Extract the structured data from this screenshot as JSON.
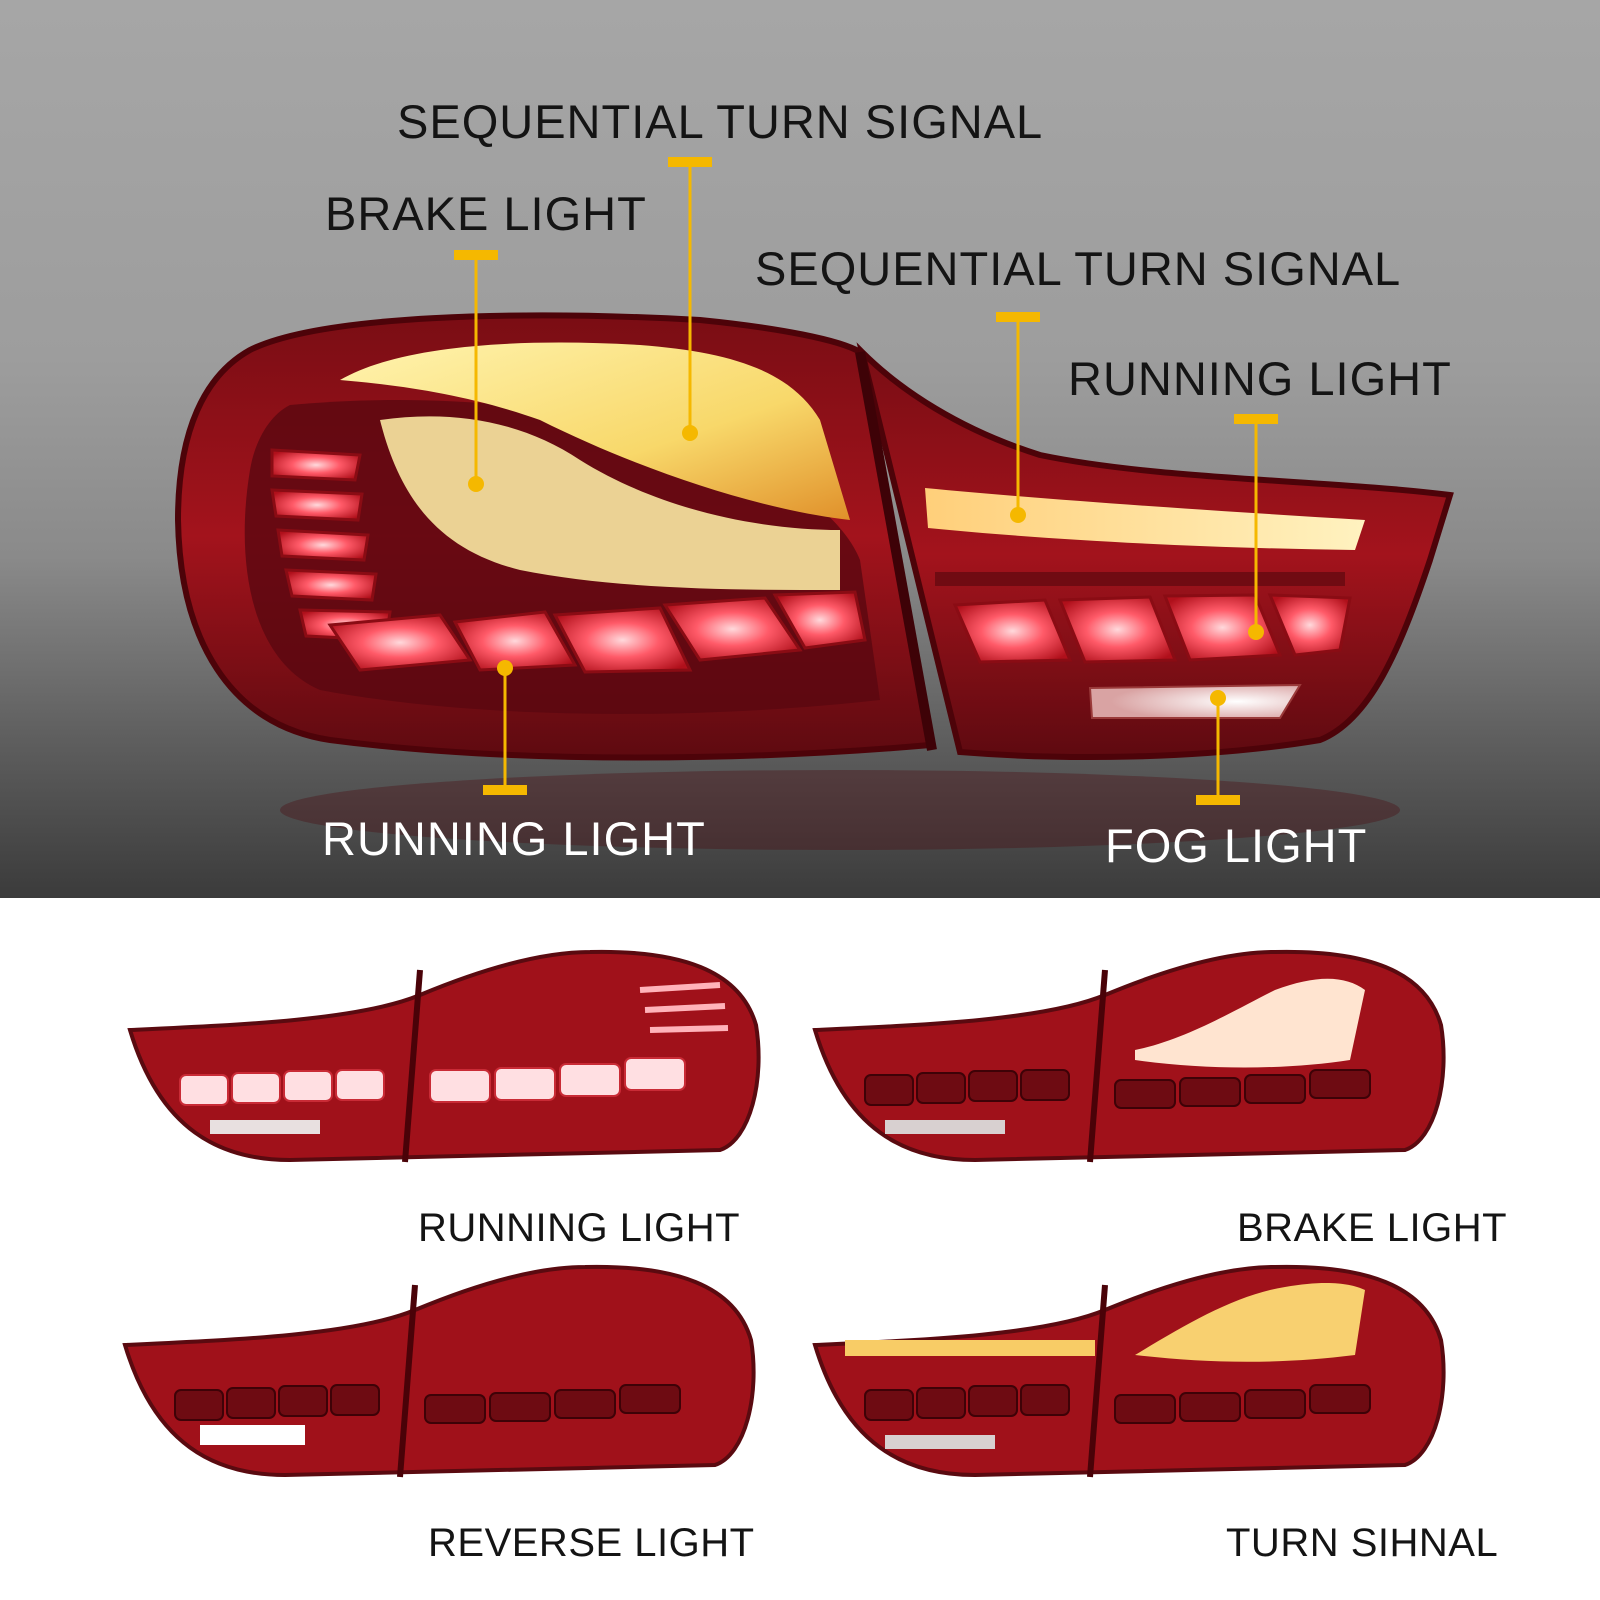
{
  "hero": {
    "callouts": {
      "turn_top": "SEQUENTIAL TURN SIGNAL",
      "brake": "BRAKE LIGHT",
      "turn_right": "SEQUENTIAL TURN SIGNAL",
      "running_right": "RUNNING LIGHT",
      "running_bottom": "RUNNING LIGHT",
      "fog": "FOG LIGHT"
    }
  },
  "modes": {
    "running": "RUNNING LIGHT",
    "brake": "BRAKE LIGHT",
    "reverse": "REVERSE LIGHT",
    "turn": "TURN SIHNAL"
  },
  "colors": {
    "callout_line": "#f5b800",
    "lamp_red": "#b5121b",
    "lamp_amber": "#f2b233"
  }
}
